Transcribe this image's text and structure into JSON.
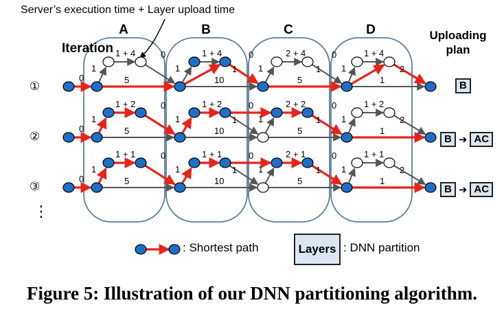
{
  "annotation": "Server’s execution time + Layer upload time",
  "caption": "Figure 5: Illustration of our DNN partitioning algorithm.",
  "headers": {
    "iteration": "Iteration",
    "uploading_plan": "Uploading plan",
    "layers": [
      "A",
      "B",
      "C",
      "D"
    ]
  },
  "iterations": [
    "①",
    "②",
    "③",
    "⋮"
  ],
  "edge_labels": {
    "rows": [
      [
        "0",
        "1",
        "5",
        "1 + 4",
        "0",
        "1",
        "1 + 4",
        "10",
        "1",
        "0",
        "1",
        "2 + 4",
        "5",
        "1",
        "0",
        "1",
        "1 + 4",
        "1",
        "2"
      ],
      [
        "0",
        "1",
        "5",
        "1 + 2",
        "0",
        "1",
        "1 + 2",
        "10",
        "1",
        "0",
        "1",
        "2 + 2",
        "5",
        "1",
        "0",
        "1",
        "1 + 2",
        "1",
        "2"
      ],
      [
        "0",
        "1",
        "5",
        "1 + 1",
        "0",
        "1",
        "1 + 1",
        "10",
        "1",
        "0",
        "1",
        "2 + 1",
        "5",
        "1",
        "0",
        "1",
        "1 + 1",
        "1",
        "2"
      ]
    ]
  },
  "uploading_plans": [
    [
      "B"
    ],
    [
      "B",
      "AC"
    ],
    [
      "B",
      "AC"
    ]
  ],
  "legend": {
    "shortest_path": ": Shortest path",
    "layers_box": "Layers",
    "dnn_partition": ": DNN partition"
  },
  "colors": {
    "node_fill": "#1f6fc6",
    "node_empty": "#ffffff",
    "red_path": "#e8231a",
    "gray_edge": "#555555",
    "partition_stroke": "#5b7d9a",
    "box_fill": "#dce6f1"
  }
}
